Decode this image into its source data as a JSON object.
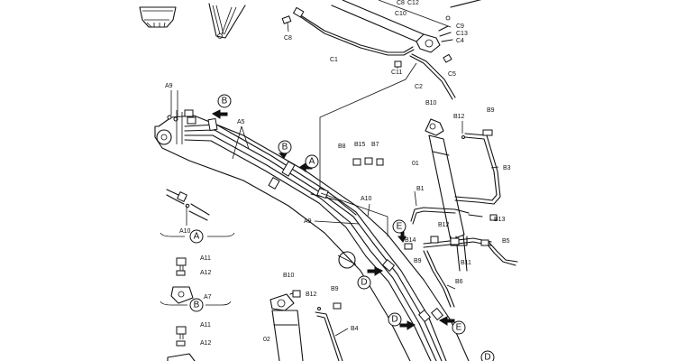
{
  "diagram": {
    "labels": {
      "c8_top": "C8",
      "c12": "C12",
      "c10": "C10",
      "c9": "C9",
      "c13": "C13",
      "c4": "C4",
      "c8_left": "C8",
      "c1": "C1",
      "c11": "C11",
      "c5": "C5",
      "c2": "C2",
      "a9_top": "A9",
      "a5": "A5",
      "a10_right": "A10",
      "a9_right": "A9",
      "a10_detail": "A10",
      "a11_b": "A11",
      "a12_b": "A12",
      "a7": "A7",
      "a11_c": "A11",
      "a12_c": "A12",
      "b10_top": "B10",
      "b12_top": "B12",
      "b9_top": "B9",
      "b8": "B8",
      "b15": "B15",
      "b7": "B7",
      "p01": "01",
      "b3": "B3",
      "b1": "B1",
      "b12_mid": "B12",
      "b13": "B13",
      "b14": "B14",
      "b11": "B11",
      "b5": "B5",
      "b9_mid": "B9",
      "b6": "B6",
      "b10_low": "B10",
      "b12_low": "B12",
      "b9_low": "B9",
      "b4": "B4",
      "p02": "02"
    },
    "callouts": {
      "b_1": "B",
      "b_2": "B",
      "a_1": "A",
      "e_1": "E",
      "d_1": "D",
      "d_2": "D",
      "e_2": "E",
      "d_3": "D",
      "a_detail": "A",
      "b_detail": "B"
    }
  }
}
